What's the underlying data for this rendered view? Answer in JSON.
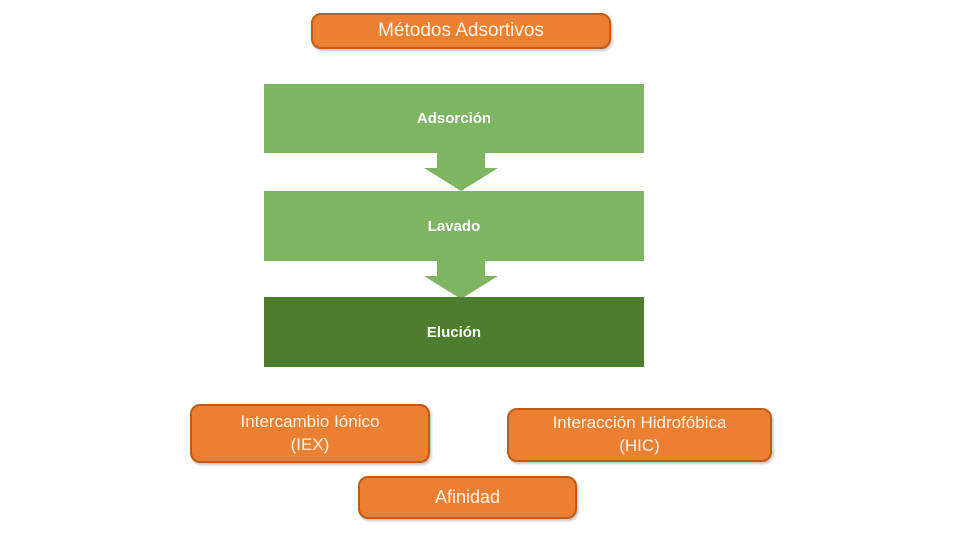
{
  "slide": {
    "title_box": {
      "label": "Métodos Adsortivos"
    },
    "flow": {
      "steps": [
        {
          "label": "Adsorción"
        },
        {
          "label": "Lavado"
        },
        {
          "label": "Elución"
        }
      ]
    },
    "methods": {
      "iex": {
        "line1": "Intercambio Iónico",
        "line2": "(IEX)"
      },
      "hic": {
        "line1": "Interacción Hidrofóbica",
        "line2": "(HIC)"
      },
      "affinity": {
        "label": "Afinidad"
      }
    },
    "colors": {
      "orange_fill": "#EC8032",
      "orange_border": "#C05A15",
      "light_green": "#7EB563",
      "dark_green": "#4E7D2F",
      "cream_text": "#FCF4E7",
      "white_text": "#FFFFFF",
      "background": "#FFFFFF"
    }
  }
}
